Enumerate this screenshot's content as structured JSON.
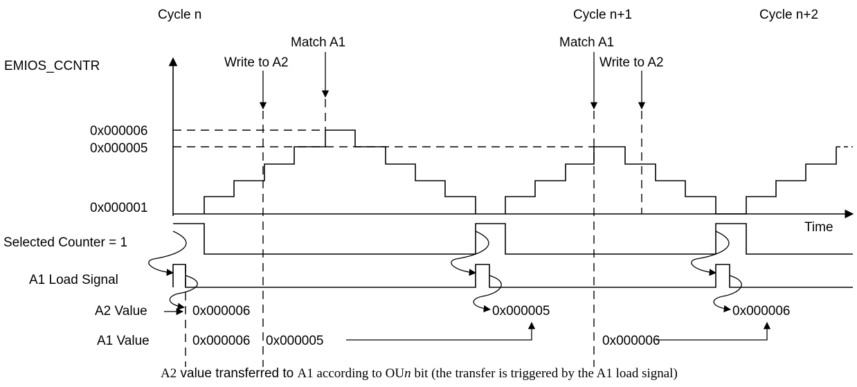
{
  "cycles": {
    "n": "Cycle n",
    "n1": "Cycle n+1",
    "n2": "Cycle n+2"
  },
  "events": {
    "match_a1": "Match A1",
    "write_a2": "Write to A2"
  },
  "axis": {
    "y_label": "EMIOS_CCNTR",
    "x_label": "Time",
    "tick_6": "0x000006",
    "tick_5": "0x000005",
    "tick_1": "0x000001"
  },
  "signals": {
    "selected_counter": "Selected Counter = 1",
    "a1_load": "A1 Load Signal",
    "a2_value": "A2 Value",
    "a1_value": "A1 Value"
  },
  "values": {
    "a2_1": "0x000006",
    "a2_2": "0x000005",
    "a2_3": "0x000006",
    "a1_1": "0x000006",
    "a1_2": "0x000005",
    "a1_3": "0x000006"
  },
  "caption": {
    "part1": "A2",
    "part2": " value transferred to ",
    "part3": "A1 according to OU",
    "part4": "n",
    "part5": " bit (the transfer is triggered by the A1 load signal)"
  }
}
